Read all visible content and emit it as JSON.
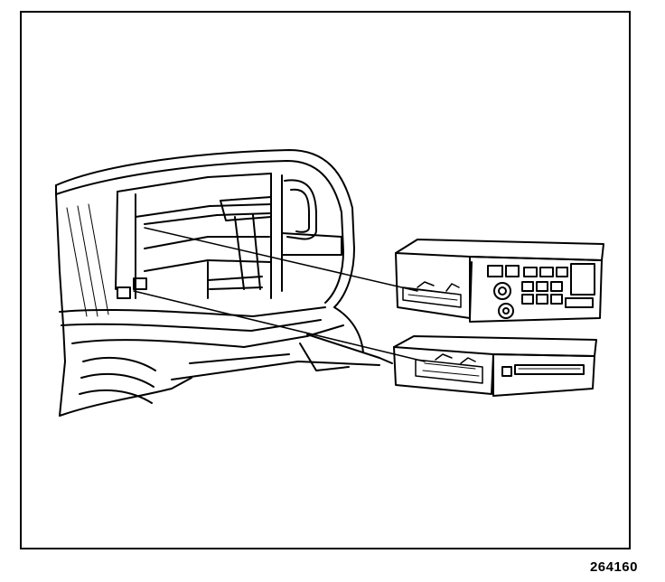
{
  "figure": {
    "number": "264160"
  },
  "components": [
    {
      "id": "dashboard-cavity",
      "icon": "instrument-panel-opening"
    },
    {
      "id": "radio-receiver",
      "icon": "radio-unit"
    },
    {
      "id": "cassette-player",
      "icon": "cassette-unit"
    }
  ]
}
